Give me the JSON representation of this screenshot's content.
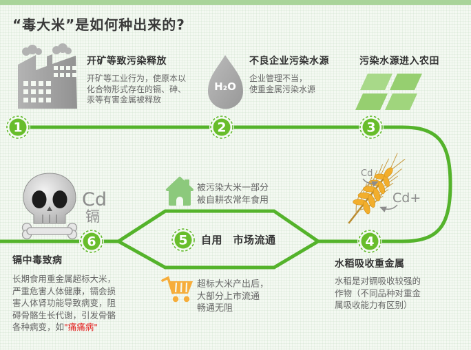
{
  "page": {
    "title": "“毒大米”是如何种出来的?"
  },
  "colors": {
    "accent_green": "#54b32b",
    "badge_green": "#68bd2b",
    "topbar_green": "#a9d49a",
    "field_green": "#9dd378",
    "house_green": "#8cc97c",
    "cart_orange": "#f6ad3b",
    "wheat_gold": "#f2ae2c",
    "icon_gray": "#a3a3a3",
    "text_dark": "#333333",
    "text_body": "#666666",
    "highlight_red": "#e52222"
  },
  "steps": [
    {
      "num": "1",
      "title": "开矿等致污染释放",
      "lines": [
        "开矿等工业行为，使原本以",
        "化合物形式存在的镉、砷、",
        "汞等有害金属被释放"
      ]
    },
    {
      "num": "2",
      "title": "不良企业污染水源",
      "lines": [
        "企业管理不当，",
        "使重金属污染水源"
      ]
    },
    {
      "num": "3",
      "title": "污染水源进入农田",
      "lines": []
    },
    {
      "num": "4",
      "title": "水稻吸收重金属",
      "lines": [
        "水稻是对镉吸收较强的",
        "作物（不同品种对重金",
        "属吸收能力有区别）"
      ]
    },
    {
      "num": "5",
      "title": "自用　市场流通",
      "lines": []
    },
    {
      "num": "6",
      "title": "镉中毒致病",
      "lines": [
        "长期食用重金属超标大米，",
        "严重危害人体健康，镉会损",
        "害人体肾功能导致病变，阻",
        "碍骨骼生长代谢，引发骨骼"
      ],
      "last_line_prefix": "各种病变，如",
      "last_line_highlight": "\"痛痛病\""
    }
  ],
  "annotations": {
    "house_note": [
      "被污染大米一部分",
      "被自耕农常年食用"
    ],
    "cart_note": [
      "超标大米产出后，",
      "大部分上市流通",
      "畅通无阻"
    ],
    "skull_label_symbol": "Cd",
    "skull_label_cn": "镉",
    "wheat_label_small": "Cd",
    "wheat_label_large": "Cd+",
    "drop_label": "H₂O"
  },
  "icons": [
    "factory-icon",
    "water-drop-icon",
    "farm-fields-icon",
    "wheat-icon",
    "house-icon",
    "shopping-cart-icon",
    "skull-icon"
  ]
}
